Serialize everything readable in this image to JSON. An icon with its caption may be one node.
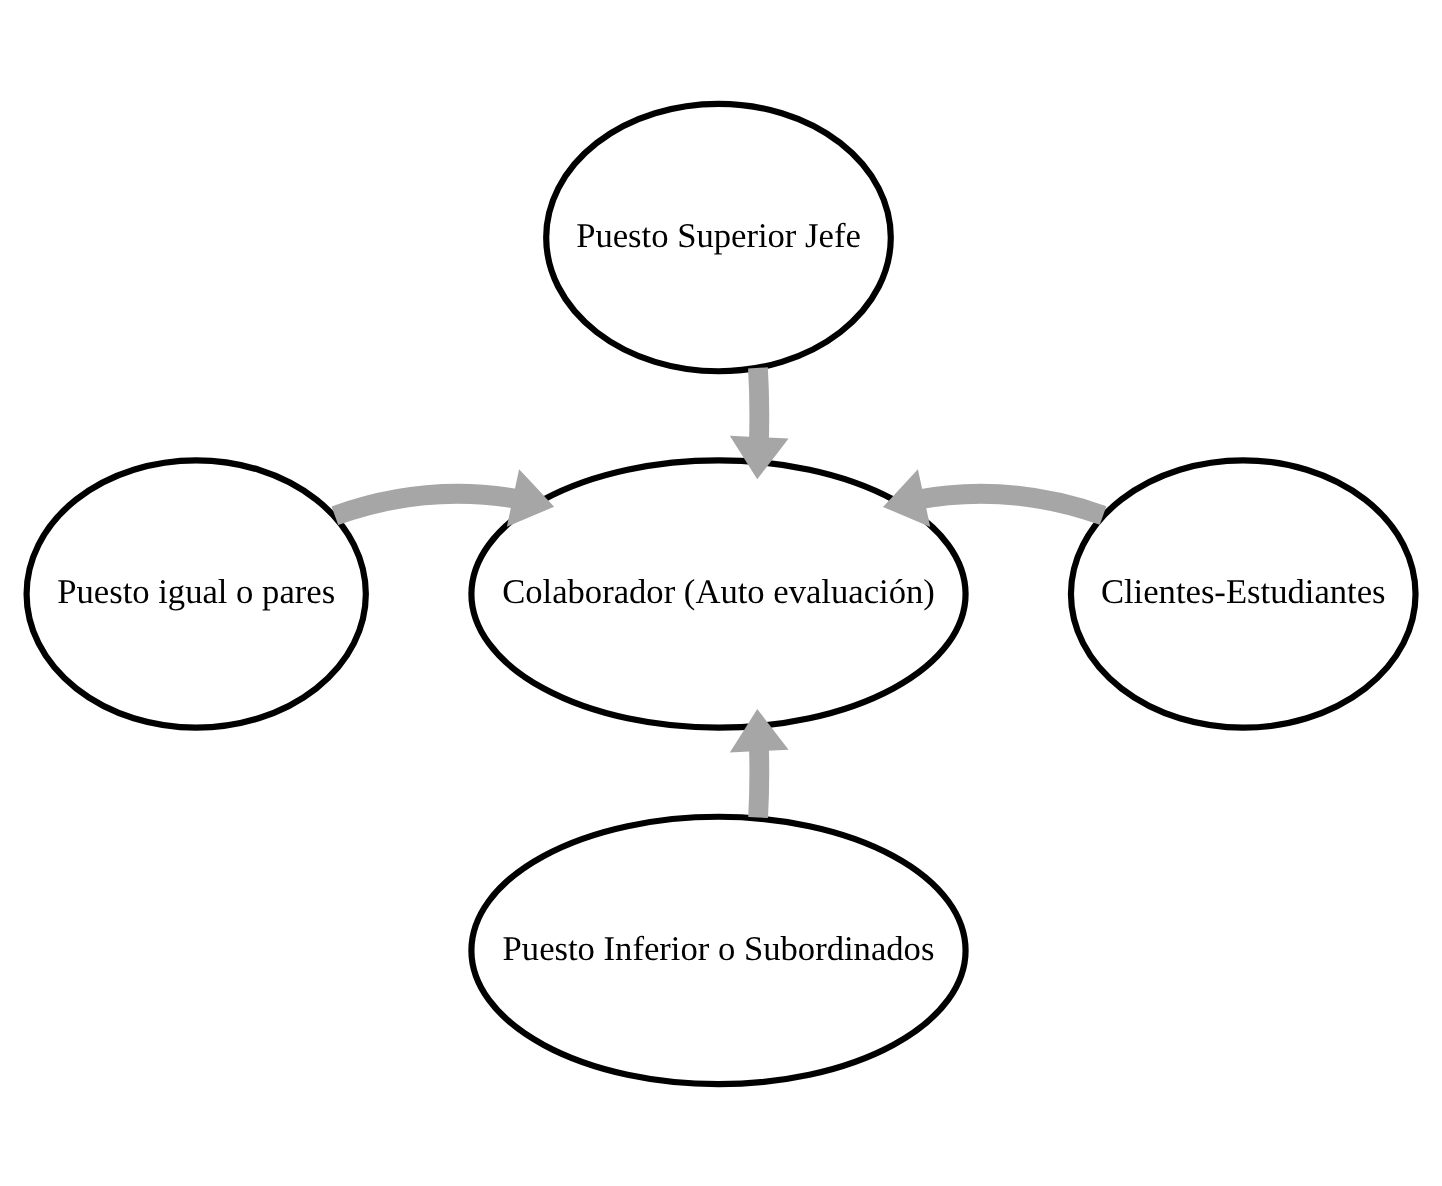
{
  "diagram": {
    "nodes": [
      {
        "text": [
          "Puesto Superior Jefe"
        ]
      },
      {
        "text": [
          "Puesto igual o pares"
        ]
      },
      {
        "text": [
          "Colaborador (Auto evaluación)"
        ]
      },
      {
        "text": [
          "Clientes-Estudiantes"
        ]
      },
      {
        "text": [
          "Puesto Inferior o Subordinados"
        ]
      }
    ],
    "edges": [
      {
        "from": 0,
        "to": 2,
        "arrow": "to"
      },
      {
        "from": 1,
        "to": 2,
        "arrow": "to"
      },
      {
        "from": 3,
        "to": 2,
        "arrow": "to"
      },
      {
        "from": 4,
        "to": 2,
        "arrow": "to"
      }
    ]
  }
}
